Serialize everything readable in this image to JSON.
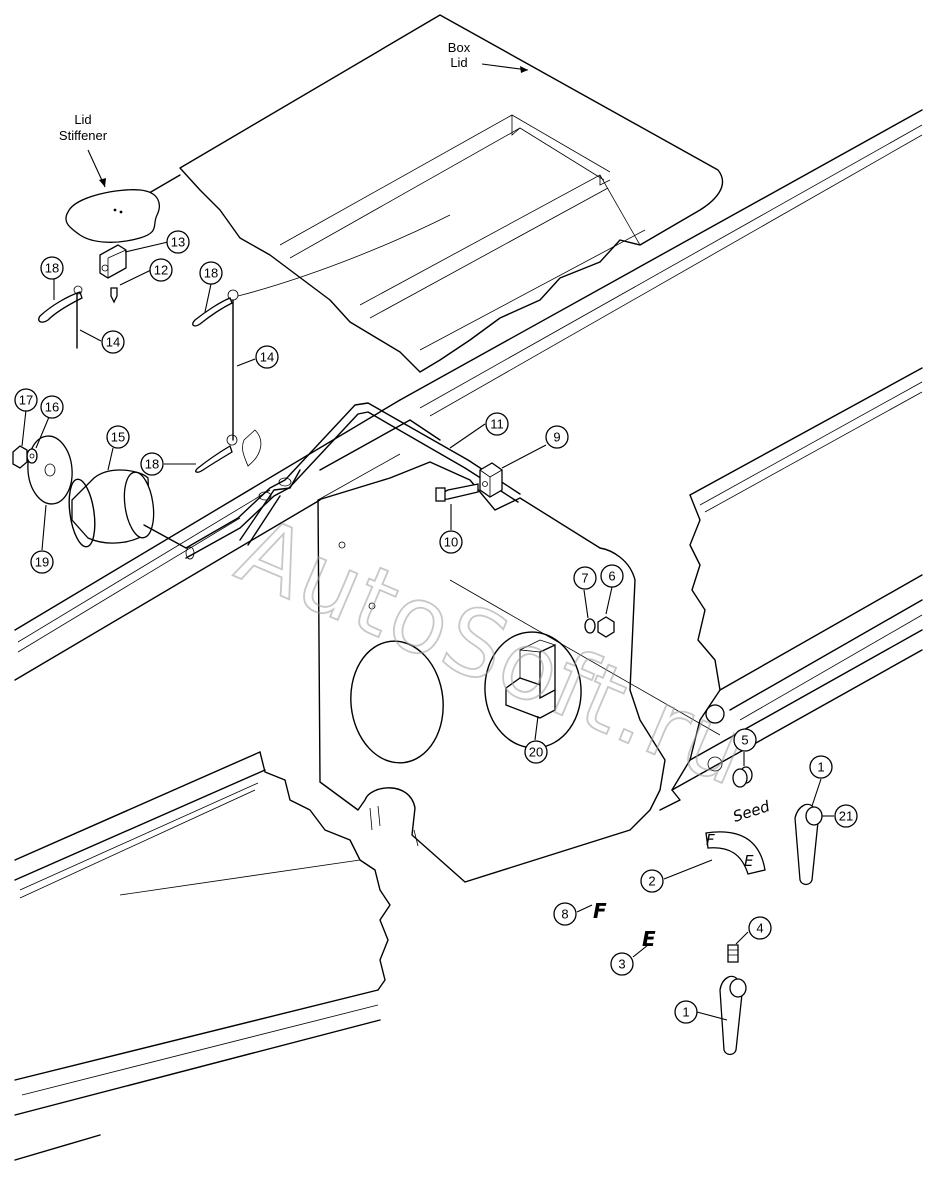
{
  "labels": {
    "box_lid": [
      "Box",
      "Lid"
    ],
    "lid_stiffener": [
      "Lid",
      "Stiffener"
    ]
  },
  "callouts": {
    "c1a": "1",
    "c1b": "1",
    "c2": "2",
    "c3": "3",
    "c4": "4",
    "c5": "5",
    "c6": "6",
    "c7": "7",
    "c8": "8",
    "c9": "9",
    "c10": "10",
    "c11": "11",
    "c12": "12",
    "c13": "13",
    "c14a": "14",
    "c14b": "14",
    "c15": "15",
    "c16": "16",
    "c17": "17",
    "c18a": "18",
    "c18b": "18",
    "c18c": "18",
    "c19": "19",
    "c20": "20",
    "c21": "21"
  },
  "decal": {
    "seed": "Seed",
    "f": "F",
    "e": "E"
  },
  "part_letters": {
    "f": "F",
    "e": "E"
  },
  "watermark": "AutoSoft.ru"
}
